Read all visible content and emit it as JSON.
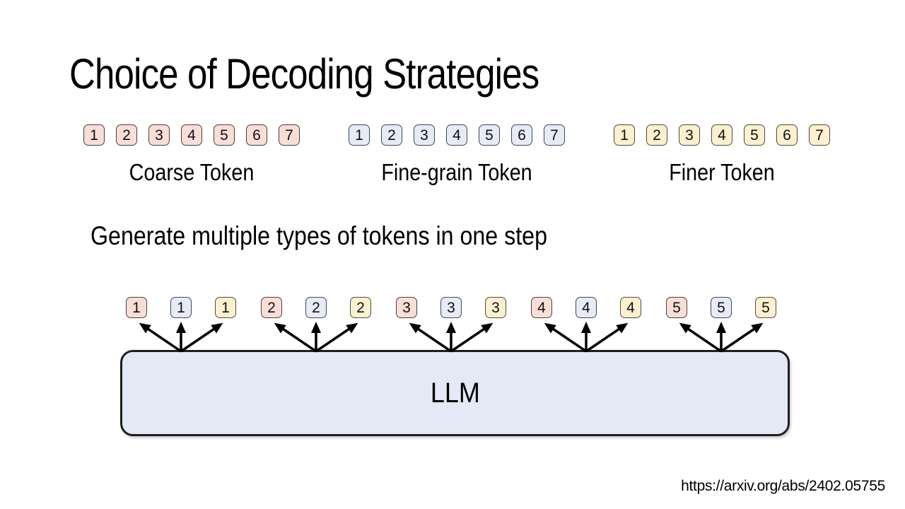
{
  "title": "Choice of Decoding Strategies",
  "subtitle": "Generate multiple types of tokens in one step",
  "llm_label": "LLM",
  "footer_url": "https://arxiv.org/abs/2402.05755",
  "colors": {
    "background": "#ffffff",
    "text": "#000000",
    "arrow": "#000000",
    "coarse_fill": "#f8ded7",
    "coarse_border": "#4d3f3c",
    "fine_fill": "#e7ebf6",
    "fine_border": "#3d4659",
    "finer_fill": "#fbf0d0",
    "finer_border": "#504b38",
    "llm_fill": "#e4e9f5",
    "llm_border": "#1f1f1f"
  },
  "token_groups": [
    {
      "label": "Coarse Token",
      "type": "coarse",
      "tokens": [
        "1",
        "2",
        "3",
        "4",
        "5",
        "6",
        "7"
      ]
    },
    {
      "label": "Fine-grain Token",
      "type": "fine",
      "tokens": [
        "1",
        "2",
        "3",
        "4",
        "5",
        "6",
        "7"
      ]
    },
    {
      "label": "Finer Token",
      "type": "finer",
      "tokens": [
        "1",
        "2",
        "3",
        "4",
        "5",
        "6",
        "7"
      ]
    }
  ],
  "output_tokens": [
    {
      "value": "1",
      "type": "coarse"
    },
    {
      "value": "1",
      "type": "fine"
    },
    {
      "value": "1",
      "type": "finer"
    },
    {
      "value": "2",
      "type": "coarse"
    },
    {
      "value": "2",
      "type": "fine"
    },
    {
      "value": "2",
      "type": "finer"
    },
    {
      "value": "3",
      "type": "coarse"
    },
    {
      "value": "3",
      "type": "fine"
    },
    {
      "value": "3",
      "type": "finer"
    },
    {
      "value": "4",
      "type": "coarse"
    },
    {
      "value": "4",
      "type": "fine"
    },
    {
      "value": "4",
      "type": "finer"
    },
    {
      "value": "5",
      "type": "coarse"
    },
    {
      "value": "5",
      "type": "fine"
    },
    {
      "value": "5",
      "type": "finer"
    }
  ]
}
